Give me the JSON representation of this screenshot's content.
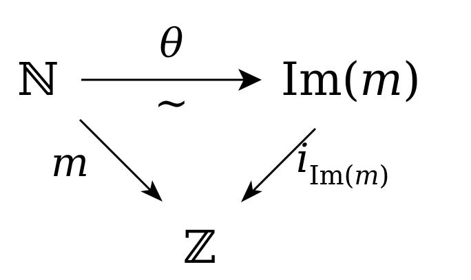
{
  "diagram": {
    "nodes": {
      "naturals": "ℕ",
      "image": {
        "prefix": "Im(",
        "variable": "m",
        "suffix": ")"
      },
      "integers": "ℤ"
    },
    "arrows": {
      "theta": {
        "label_above": "θ",
        "label_below": "∼"
      },
      "m": {
        "label": "m"
      },
      "inclusion": {
        "label_main": "i",
        "subscript_prefix": "Im(",
        "subscript_variable": "m",
        "subscript_suffix": ")"
      }
    }
  }
}
